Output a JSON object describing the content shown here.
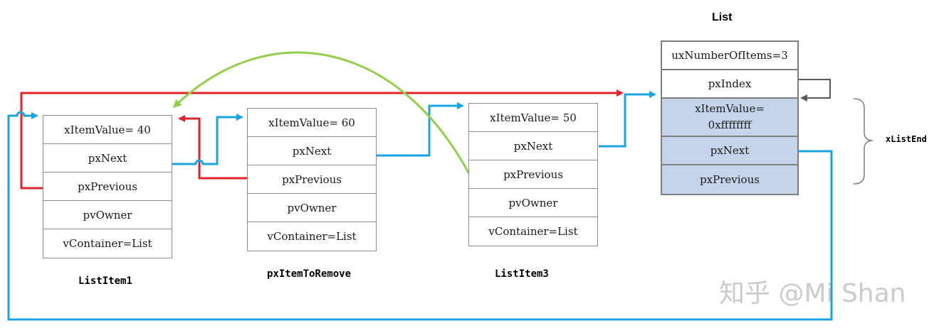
{
  "list": {
    "title": "List",
    "fields": [
      "uxNumberOfItems=3",
      "pxIndex"
    ],
    "end_fields": [
      "xItemValue=",
      "0xffffffff",
      "pxNext",
      "pxPrevious"
    ],
    "end_label": "xListEnd"
  },
  "items": [
    {
      "caption": "ListItem1",
      "fields": [
        "xItemValue= 40",
        "pxNext",
        "pxPrevious",
        "pvOwner",
        "vContainer=List"
      ]
    },
    {
      "caption": "pxItemToRemove",
      "fields": [
        "xItemValue= 60",
        "pxNext",
        "pxPrevious",
        "pvOwner",
        "vContainer=List"
      ]
    },
    {
      "caption": "ListItem3",
      "fields": [
        "xItemValue= 50",
        "pxNext",
        "pxPrevious",
        "pvOwner",
        "vContainer=List"
      ]
    }
  ],
  "watermark": "知乎 @Mi Shan",
  "colors": {
    "next_arrow": "#1aa3e0",
    "previous_arrow": "#e0242b",
    "removal_arrow": "#92cf4c",
    "index_arrow": "#595959",
    "end_fill": "#c6d4eb"
  }
}
